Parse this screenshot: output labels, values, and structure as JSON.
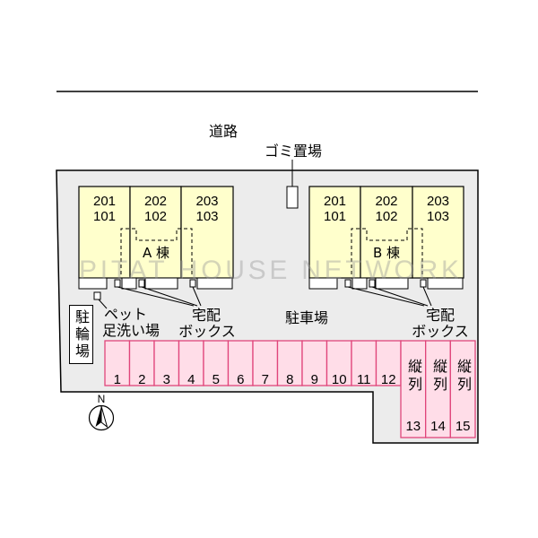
{
  "road": {
    "label": "道路"
  },
  "garbage": {
    "label": "ゴミ置場",
    "icon": "garbage-box-icon"
  },
  "parking_lot": {
    "label": "駐車場"
  },
  "buildings": [
    {
      "name": "A 棟",
      "units": [
        {
          "upper": "201",
          "lower": "101"
        },
        {
          "upper": "202",
          "lower": "102"
        },
        {
          "upper": "203",
          "lower": "103"
        }
      ],
      "delivery_box": {
        "line1": "宅配",
        "line2": "ボックス",
        "icon": "delivery-box-icon"
      }
    },
    {
      "name": "B 棟",
      "units": [
        {
          "upper": "201",
          "lower": "101"
        },
        {
          "upper": "202",
          "lower": "102"
        },
        {
          "upper": "203",
          "lower": "103"
        }
      ],
      "delivery_box": {
        "line1": "宅配",
        "line2": "ボックス",
        "icon": "delivery-box-icon"
      }
    }
  ],
  "pet_wash": {
    "line1": "ペット",
    "line2": "足洗い場",
    "icon": "pet-wash-icon"
  },
  "bicycle_parking": {
    "label": "駐輪場"
  },
  "parking_spaces": [
    "1",
    "2",
    "3",
    "4",
    "5",
    "6",
    "7",
    "8",
    "9",
    "10",
    "11",
    "12"
  ],
  "tandem_spaces": [
    {
      "label": "縦列",
      "number": "13"
    },
    {
      "label": "縦列",
      "number": "14"
    },
    {
      "label": "縦列",
      "number": "15"
    }
  ],
  "compass": {
    "label": "N",
    "icon": "north-arrow-icon"
  },
  "watermark": "PITAT HOUSE NETWORK",
  "colors": {
    "lot_fill": "#ececec",
    "building_fill": "#ffffcc",
    "parking_fill": "#ffdde8",
    "parking_stroke": "#e0457b",
    "outline": "#000000",
    "watermark": "#9a9a9a"
  }
}
